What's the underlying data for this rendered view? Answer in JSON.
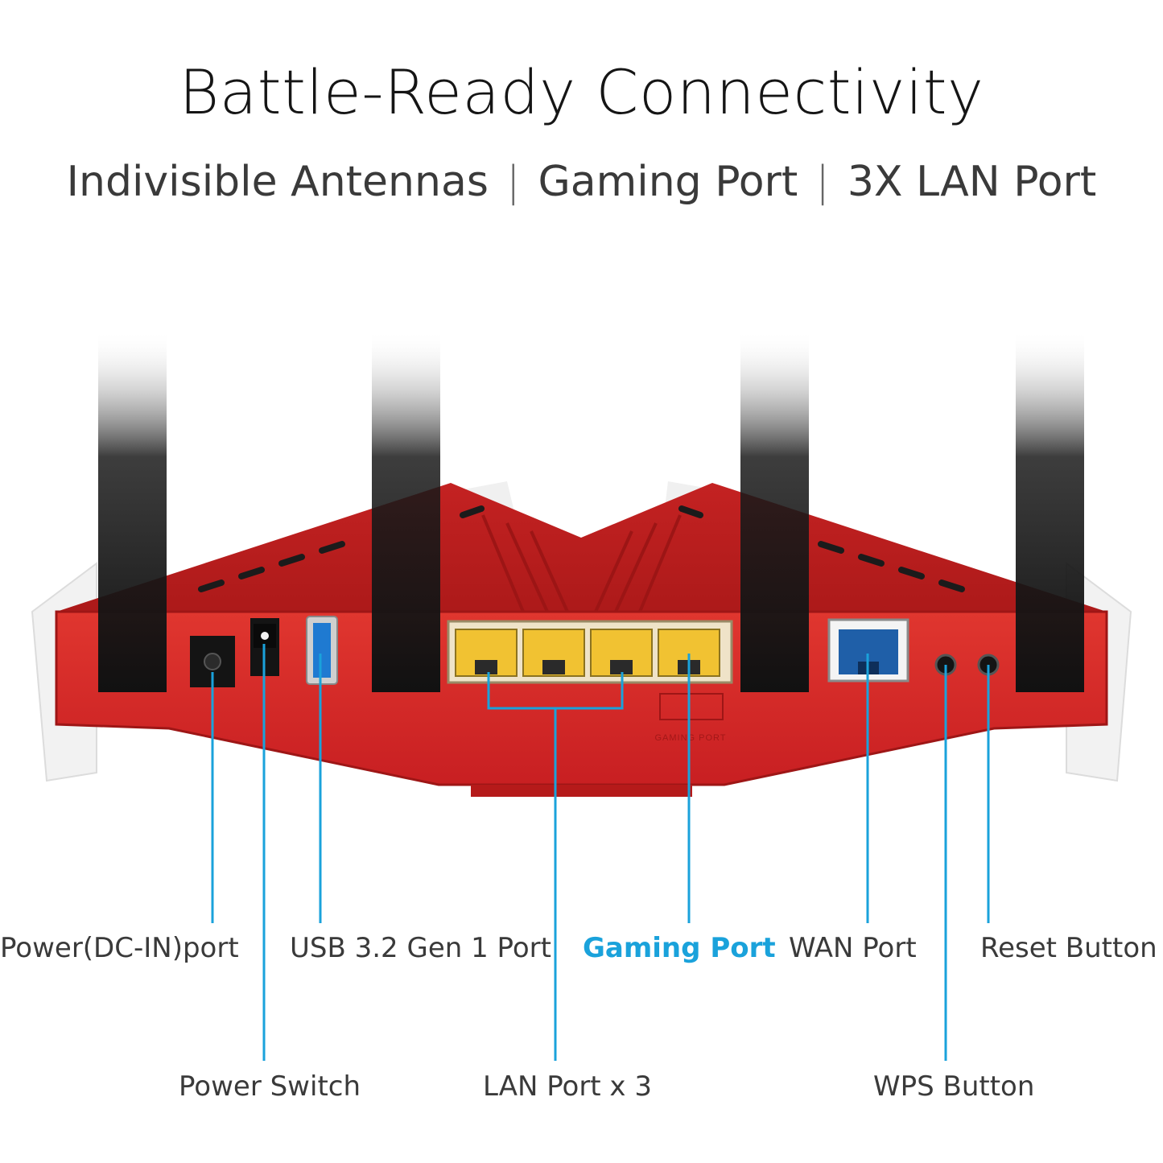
{
  "title": "Battle-Ready Connectivity",
  "subtitle": {
    "features": [
      "Indivisible Antennas",
      "Gaming Port",
      "3X LAN Port"
    ],
    "separator": "|"
  },
  "callouts": {
    "power_dc_in": "Power(DC-IN)port",
    "power_switch": "Power Switch",
    "usb": "USB 3.2 Gen 1 Port",
    "lan": "LAN Port x 3",
    "gaming": "Gaming Port",
    "wan": "WAN Port",
    "wps": "WPS Button",
    "reset": "Reset Button"
  },
  "panel_markings": {
    "gaming_port": "GAMING PORT"
  },
  "colors": {
    "router_body": "#d42a2a",
    "router_dark": "#a51717",
    "antenna": "#1b1b1b",
    "callout_line": "#1aa2db",
    "lan_port": "#f1c232",
    "wan_port": "#1f5fa8",
    "accent_text": "#1aa2db"
  }
}
